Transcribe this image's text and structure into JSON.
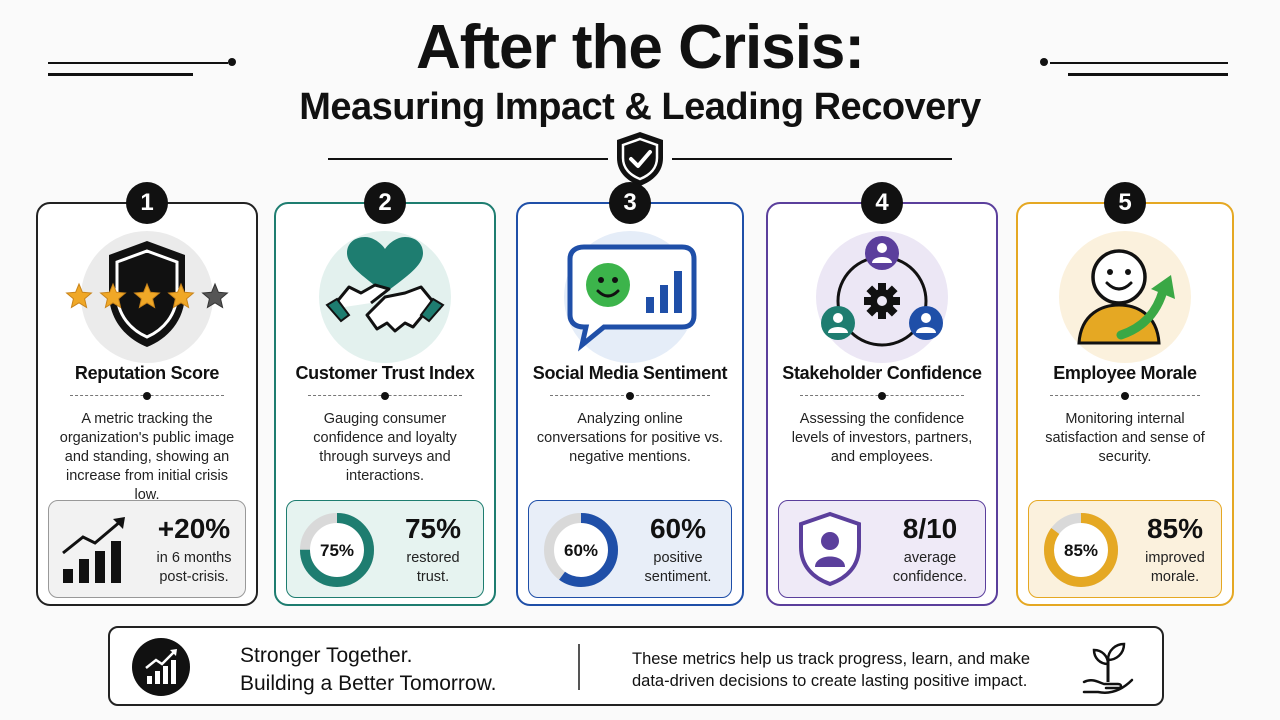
{
  "header": {
    "title": "After the Crisis:",
    "subtitle": "Measuring Impact & Leading Recovery"
  },
  "cards": [
    {
      "number": "1",
      "title": "Reputation Score",
      "description": "A metric tracking the organization's public image and standing, showing an increase from initial crisis low.",
      "stat_value": "+20%",
      "stat_line1": "in 6 months",
      "stat_line2": "post-crisis.",
      "rating": {
        "filled": 4,
        "total": 5
      },
      "accent": "#222222"
    },
    {
      "number": "2",
      "title": "Customer Trust Index",
      "description": "Gauging consumer confidence and loyalty through surveys and interactions.",
      "stat_value": "75%",
      "stat_line1": "restored",
      "stat_line2": "trust.",
      "donut_label": "75%",
      "donut_fraction": 0.75,
      "accent": "#1e7d70"
    },
    {
      "number": "3",
      "title": "Social Media Sentiment",
      "description": "Analyzing online conversations for positive vs. negative mentions.",
      "stat_value": "60%",
      "stat_line1": "positive",
      "stat_line2": "sentiment.",
      "donut_label": "60%",
      "donut_fraction": 0.6,
      "accent": "#1f4fa8"
    },
    {
      "number": "4",
      "title": "Stakeholder Confidence",
      "description": "Assessing the confidence levels of investors, partners, and employees.",
      "stat_value": "8/10",
      "stat_line1": "average",
      "stat_line2": "confidence.",
      "accent": "#5b3f9c"
    },
    {
      "number": "5",
      "title": "Employee Morale",
      "description": "Monitoring internal satisfaction and sense of security.",
      "stat_value": "85%",
      "stat_line1": "improved",
      "stat_line2": "morale.",
      "donut_label": "85%",
      "donut_fraction": 0.85,
      "accent": "#e5a823"
    }
  ],
  "footer": {
    "tagline_line1": "Stronger Together.",
    "tagline_line2": "Building a Better Tomorrow.",
    "description_line1": "These metrics help us track progress, learn, and make",
    "description_line2": "data-driven decisions to create lasting positive impact."
  },
  "icons": {
    "header": "shield-check-icon",
    "card1": "shield-stars-icon",
    "card2": "heart-handshake-icon",
    "card3": "chat-sentiment-icon",
    "card4": "stakeholder-network-icon",
    "card5": "person-growth-icon",
    "footer_left": "bar-chart-growth-icon",
    "footer_right": "plant-hand-icon"
  }
}
